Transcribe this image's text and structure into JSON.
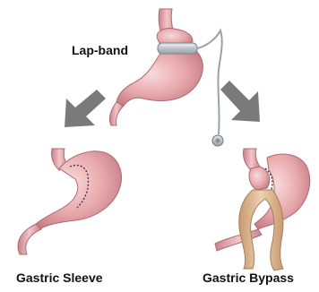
{
  "labels": {
    "lap_band": "Lap-band",
    "gastric_sleeve": "Gastric Sleeve",
    "gastric_bypass": "Gastric Bypass"
  },
  "colors": {
    "stomach_light": "#f4c9cb",
    "stomach_mid": "#e49da1",
    "stomach_dark": "#b86b72",
    "band": "#b9bec4",
    "arrow": "#7a7a7a",
    "intestine": "#d9b48f",
    "text": "#111111"
  }
}
